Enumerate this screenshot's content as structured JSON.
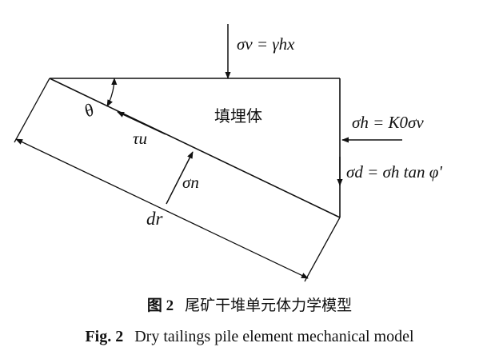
{
  "labels": {
    "sigma_v": "σv = γhx",
    "sigma_h": "σh = K0σv",
    "sigma_d": "σd = σh tan φ'",
    "tau_u": "τu",
    "sigma_n": "σn",
    "theta": "θ",
    "d_r": "dr",
    "fill_body": "填埋体"
  },
  "caption_cn": {
    "fig_no": "图 2",
    "text": "尾矿干堆单元体力学模型"
  },
  "caption_en": {
    "fig_no": "Fig. 2",
    "text": "Dry tailings pile element mechanical model"
  }
}
